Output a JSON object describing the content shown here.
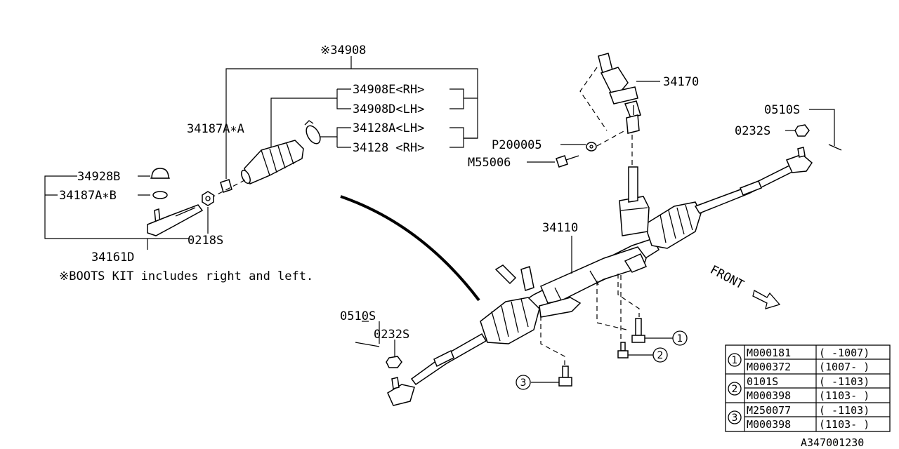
{
  "diagram_code": "A347001230",
  "footnote": "※BOOTS KIT includes right and left.",
  "front_label": "FRONT",
  "parts": {
    "boots_kit": "※34908",
    "boot_rh": "34908E<RH>",
    "boot_lh": "34908D<LH>",
    "clamp_lh": "34128A<LH>",
    "clamp_rh": "34128 <RH>",
    "clip_a": "34187A∗A",
    "cap": "34928B",
    "clip_b": "34187A∗B",
    "tie_rod_end": "34161D",
    "nut_0218": "0218S",
    "universal_joint": "34170",
    "washer": "P200005",
    "bolt": "M55006",
    "gear_box": "34110",
    "cotter_pin_upper": "0510S",
    "castle_nut_upper": "0232S",
    "cotter_pin_lower": "0510S",
    "castle_nut_lower": "0232S"
  },
  "callouts": [
    "1",
    "2",
    "3"
  ],
  "bolt_table": [
    {
      "ref": "1",
      "rows": [
        {
          "part": "M000181",
          "range": "( -1007)"
        },
        {
          "part": "M000372",
          "range": "(1007- )"
        }
      ]
    },
    {
      "ref": "2",
      "rows": [
        {
          "part": "0101S",
          "range": "( -1103)"
        },
        {
          "part": "M000398",
          "range": "(1103- )"
        }
      ]
    },
    {
      "ref": "3",
      "rows": [
        {
          "part": "M250077",
          "range": "( -1103)"
        },
        {
          "part": "M000398",
          "range": "(1103- )"
        }
      ]
    }
  ]
}
